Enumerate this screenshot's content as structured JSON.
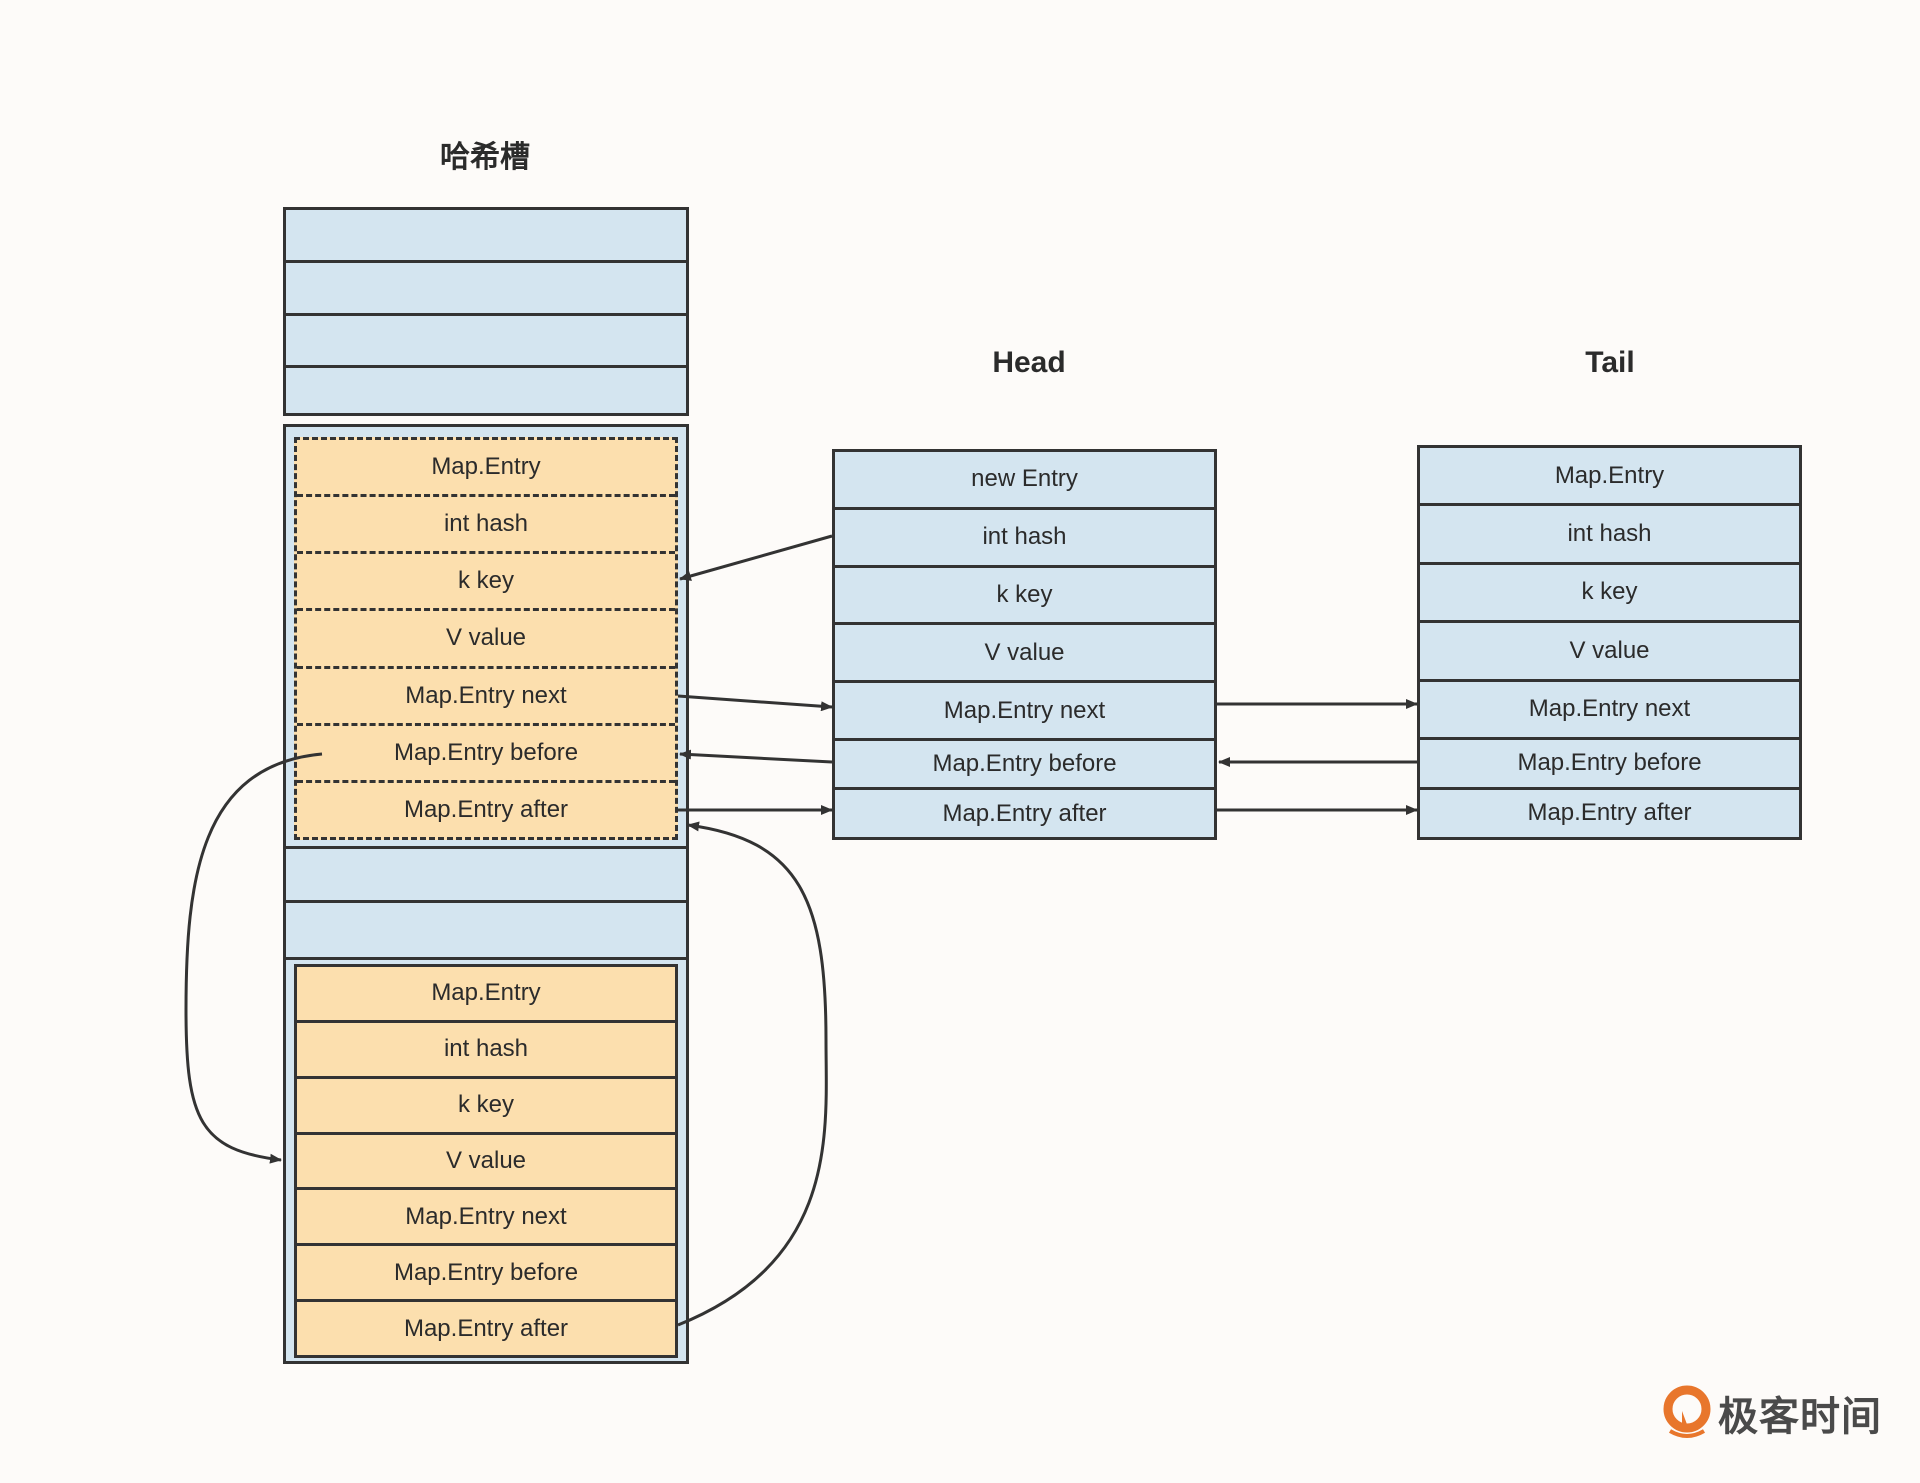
{
  "titles": {
    "hash_slots": "哈希槽",
    "head": "Head",
    "tail": "Tail"
  },
  "hash_slot_entry_1": {
    "style": "dashed",
    "fields": [
      "Map.Entry",
      "int hash",
      "k key",
      "V value",
      "Map.Entry next",
      "Map.Entry before",
      "Map.Entry after"
    ]
  },
  "hash_slot_entry_2": {
    "style": "solid",
    "fields": [
      "Map.Entry",
      "int hash",
      "k key",
      "V value",
      "Map.Entry next",
      "Map.Entry before",
      "Map.Entry after"
    ]
  },
  "head_node": {
    "fields": [
      "new Entry",
      "int hash",
      "k key",
      "V value",
      "Map.Entry next",
      "Map.Entry before",
      "Map.Entry after"
    ]
  },
  "tail_node": {
    "fields": [
      "Map.Entry",
      "int hash",
      "k key",
      "V value",
      "Map.Entry next",
      "Map.Entry before",
      "Map.Entry after"
    ]
  },
  "connections": [
    {
      "from": "head_node.int hash",
      "to": "hash_slot_entry_1.k key"
    },
    {
      "from": "hash_slot_entry_1.Map.Entry next",
      "to": "head_node.Map.Entry next"
    },
    {
      "from": "head_node.Map.Entry before",
      "to": "hash_slot_entry_1.Map.Entry before"
    },
    {
      "from": "hash_slot_entry_1.Map.Entry after",
      "to": "head_node.Map.Entry after"
    },
    {
      "from": "head_node.Map.Entry next",
      "to": "tail_node.Map.Entry next"
    },
    {
      "from": "tail_node.Map.Entry before",
      "to": "head_node.Map.Entry before"
    },
    {
      "from": "head_node.Map.Entry after",
      "to": "tail_node.Map.Entry after"
    },
    {
      "from": "hash_slot_entry_1.Map.Entry before",
      "to": "hash_slot_entry_2.V value"
    },
    {
      "from": "hash_slot_entry_2.Map.Entry after",
      "to": "hash_slot_entry_1.Map.Entry after"
    }
  ],
  "colors": {
    "slot_fill": "#d4e5f0",
    "entry_fill": "#fcdfae",
    "stroke": "#333333",
    "logo_orange": "#e8762c"
  },
  "logo": {
    "text": "极客时间",
    "icon": "geektime-logo-icon"
  }
}
